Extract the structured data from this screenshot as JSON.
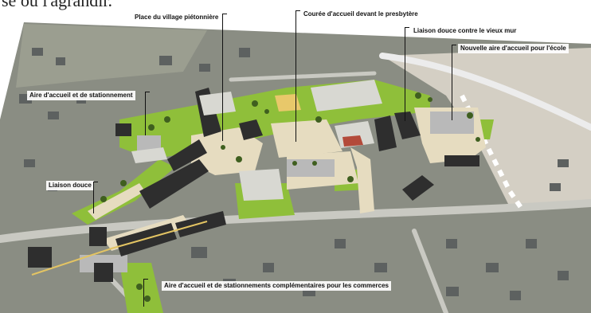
{
  "page": {
    "top_text_fragment": "se ou l'agrandir.",
    "colors": {
      "background": "#ffffff",
      "aerial_base": "#8a8d83",
      "lawn": "#8fbf3a",
      "plaza_beige": "#e6dcc0",
      "building_dark": "#2e2e2e",
      "roof_grey": "#b9b9b9",
      "field": "#d4cfc4",
      "road": "#c9c9c2",
      "leader_line": "#111111"
    }
  },
  "labels": {
    "village_square": "Place du village piétonnière",
    "rectory_court": "Courée d'accueil devant le presbytère",
    "soft_link_wall": "Liaison douce contre le vieux mur",
    "school_area": "Nouvelle aire d'accueil pour l'école",
    "parking_area": "Aire d'accueil et de stationnement",
    "soft_link": "Liaison douce",
    "shop_parking": "Aire d'accueil et de stationnements complémentaires pour les commerces"
  },
  "icons": {
    "tree": "tree-icon",
    "car": "car-icon"
  }
}
